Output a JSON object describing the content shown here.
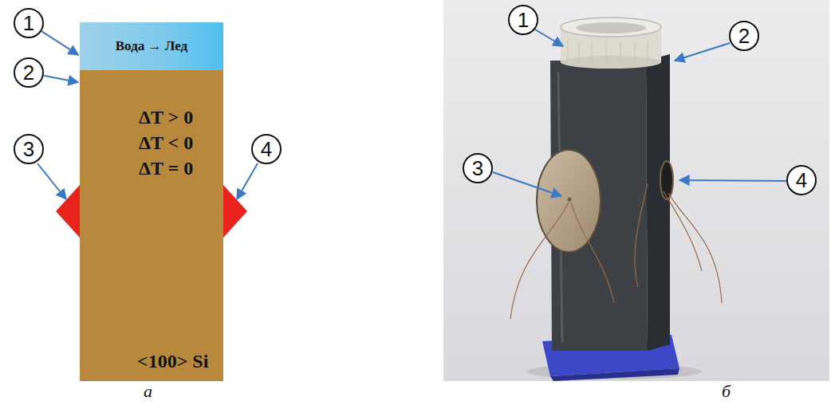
{
  "diagram": {
    "nodes": [
      {
        "text": [
          "1"
        ]
      },
      {
        "text": [
          "Вода → Лед"
        ]
      },
      {
        "text": [
          "2"
        ]
      },
      {
        "text": [
          "ΔT > 0",
          "ΔT < 0",
          "ΔT = 0",
          "<100> Si"
        ]
      },
      {
        "text": [
          "3"
        ]
      },
      {
        "text": [
          "4"
        ]
      },
      {
        "text": [
          "1"
        ]
      },
      {
        "text": [
          "2"
        ]
      },
      {
        "text": [
          "3"
        ]
      },
      {
        "text": [
          "4"
        ]
      }
    ],
    "edges": [
      {
        "from": 0,
        "to": 1,
        "arrow": "to"
      },
      {
        "from": 2,
        "to": 3,
        "arrow": "to"
      }
    ],
    "labels": [
      "а",
      "б"
    ]
  }
}
